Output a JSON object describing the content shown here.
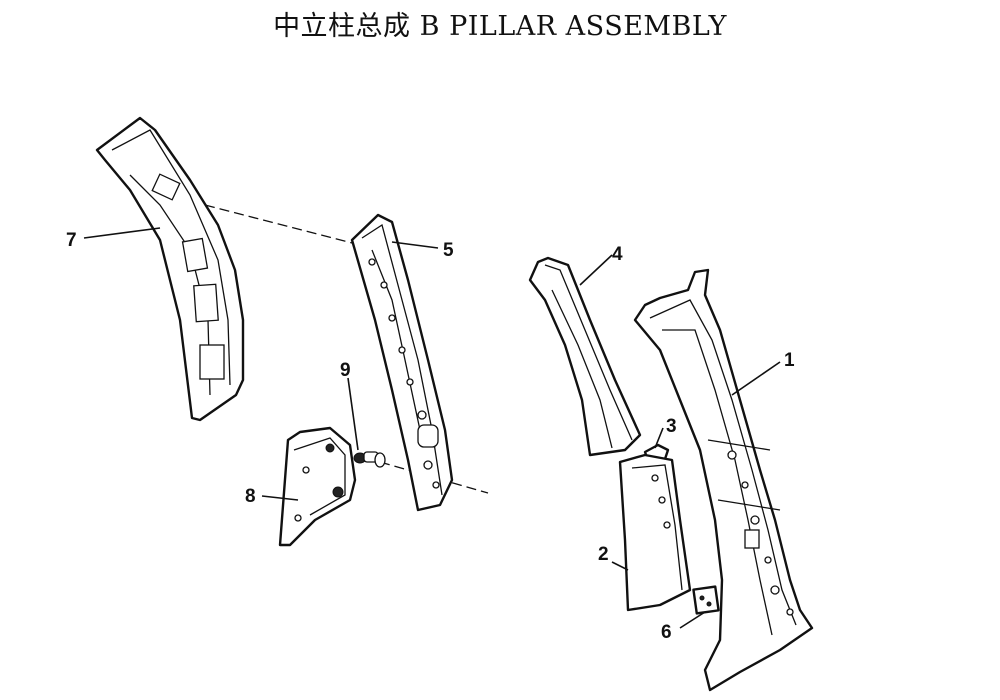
{
  "title": "中立柱总成  B PILLAR ASSEMBLY",
  "callouts": [
    "1",
    "2",
    "3",
    "4",
    "5",
    "6",
    "7",
    "8",
    "9"
  ]
}
